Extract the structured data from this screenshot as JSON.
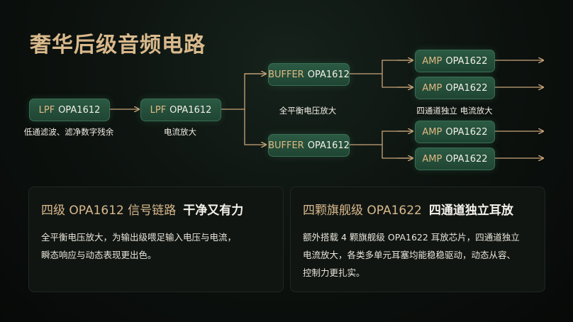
{
  "title": "奢华后级音频电路",
  "nodes": {
    "lpf1": {
      "kind": "LPF",
      "model": "OPA1612"
    },
    "lpf2": {
      "kind": "LPF",
      "model": "OPA1612"
    },
    "buf1": {
      "kind": "BUFFER",
      "model": "OPA1612"
    },
    "buf2": {
      "kind": "BUFFER",
      "model": "OPA1612"
    },
    "amp1": {
      "kind": "AMP",
      "model": "OPA1622"
    },
    "amp2": {
      "kind": "AMP",
      "model": "OPA1622"
    },
    "amp3": {
      "kind": "AMP",
      "model": "OPA1622"
    },
    "amp4": {
      "kind": "AMP",
      "model": "OPA1622"
    }
  },
  "captions": {
    "lpf1": "低通滤波、滤净数字残余",
    "lpf2": "电流放大",
    "buffer": "全平衡电压放大",
    "amp": "四通道独立 电流放大"
  },
  "panels": [
    {
      "title_accent": "四级 OPA1612 信号链路",
      "title_main": "干净又有力",
      "lines": [
        "全平衡电压放大，为输出级喂足输入电压与电流，",
        "瞬态响应与动态表现更出色。"
      ]
    },
    {
      "title_accent": "四颗旗舰级 OPA1622",
      "title_main": "四通道独立耳放",
      "lines": [
        "额外搭载 4 颗旗舰级 OPA1622 耳放芯片，四通道独立",
        "电流放大，各类多单元耳塞均能稳稳驱动，动态从容、",
        "控制力更扎实。"
      ]
    }
  ],
  "colors": {
    "accent": "#d9b98c",
    "node": "#24503b",
    "wire": "#c9a57a"
  }
}
